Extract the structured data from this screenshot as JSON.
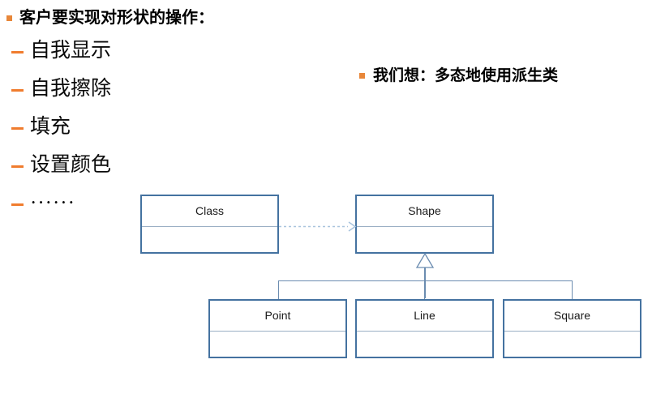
{
  "slide": {
    "title": "客户要实现对形状的操作：",
    "title_bullet": "square-bullet",
    "sub_items": [
      {
        "label": "自我显示"
      },
      {
        "label": "自我擦除"
      },
      {
        "label": "填充"
      },
      {
        "label": "设置颜色"
      },
      {
        "label": "······"
      }
    ],
    "note": "我们想：多态地使用派生类"
  },
  "diagram": {
    "type": "uml-class-diagram",
    "boxes": [
      {
        "id": "class",
        "name": "Class"
      },
      {
        "id": "shape",
        "name": "Shape"
      },
      {
        "id": "point",
        "name": "Point"
      },
      {
        "id": "line",
        "name": "Line"
      },
      {
        "id": "square",
        "name": "Square"
      }
    ],
    "relations": [
      {
        "from": "class",
        "to": "shape",
        "kind": "dependency-dashed-arrow"
      },
      {
        "from": "point",
        "to": "shape",
        "kind": "generalization"
      },
      {
        "from": "line",
        "to": "shape",
        "kind": "generalization"
      },
      {
        "from": "square",
        "to": "shape",
        "kind": "generalization"
      }
    ]
  },
  "colors": {
    "bullet_orange": "#E8873A",
    "dash_orange": "#F07C2E",
    "box_border": "#4472A0",
    "box_divider": "#9BAFC4",
    "connector": "#6B8CB0",
    "dashed_arrow": "#A9C4DE"
  }
}
